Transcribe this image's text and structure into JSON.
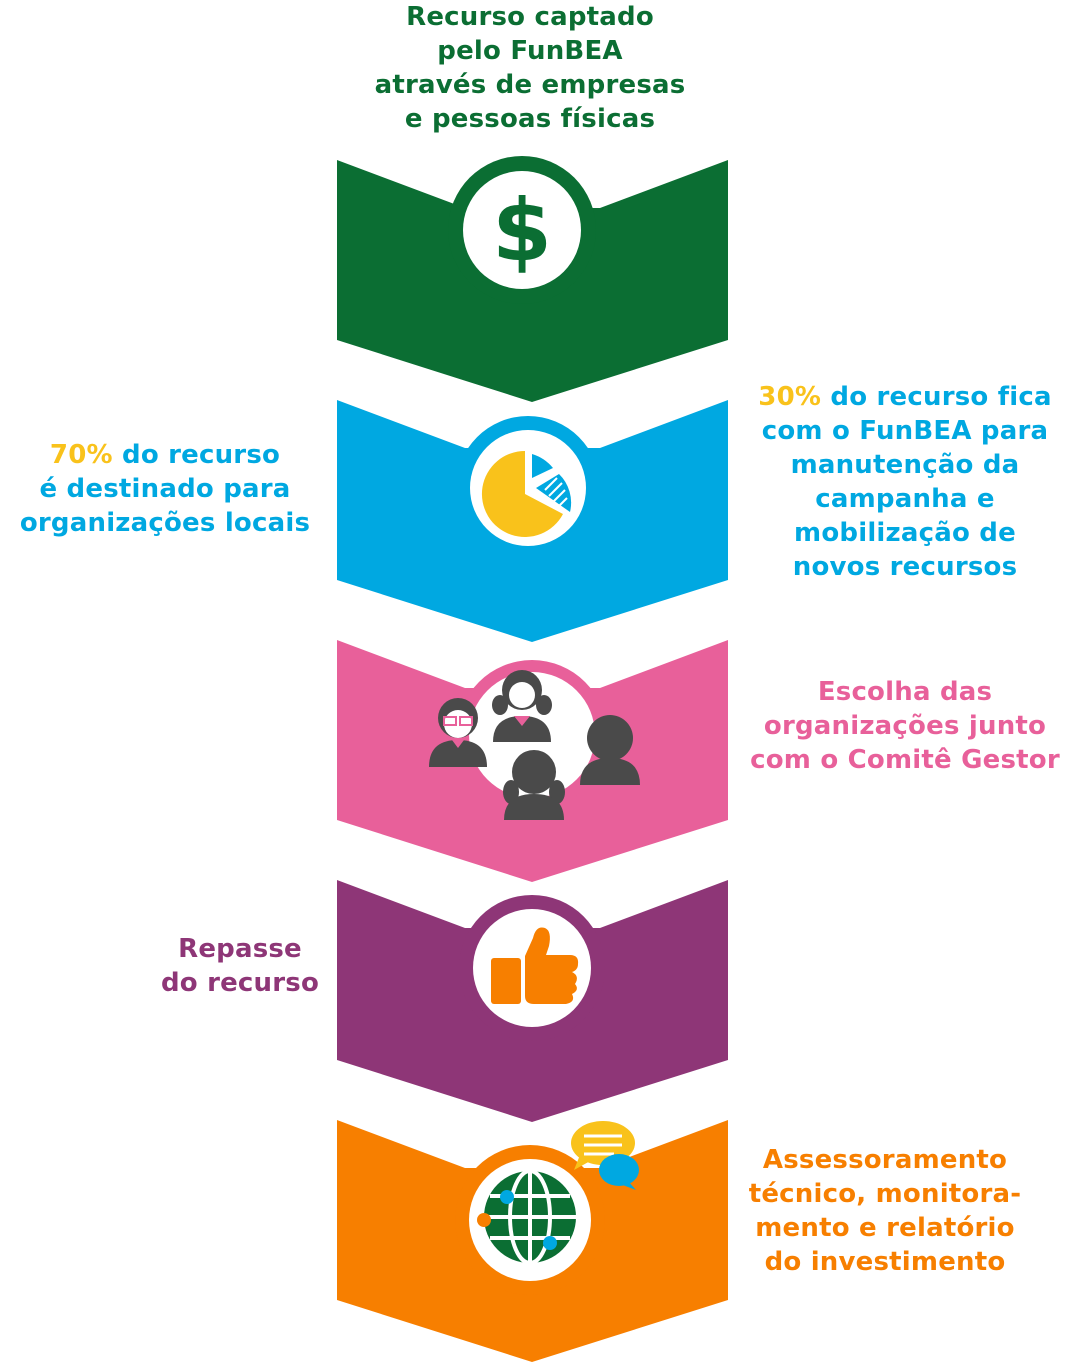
{
  "colors": {
    "green": "#0b6e33",
    "blue": "#00a8e1",
    "pink": "#e8609a",
    "purple": "#8e3677",
    "orange": "#f77f00",
    "yellow": "#f9c21b",
    "gray": "#4a4a4a"
  },
  "steps": [
    {
      "color": "green",
      "icon": "dollar-icon",
      "lines": [
        [
          "Recurso captado"
        ],
        [
          "pelo FunBEA"
        ],
        [
          "através de ",
          "empresas"
        ],
        [
          "e pessoas físicas"
        ]
      ]
    },
    {
      "color": "blue",
      "icon": "pie-chart-icon",
      "left": {
        "lines": [
          [
            "70%",
            " do recurso"
          ],
          [
            "é destinado para"
          ],
          [
            "organizações locais"
          ]
        ]
      },
      "right": {
        "lines": [
          [
            "30%",
            " do recurso fica"
          ],
          [
            "com o FunBEA para"
          ],
          [
            "manutenção da"
          ],
          [
            "campanha e"
          ],
          [
            "mobilização de"
          ],
          [
            "novos recursos"
          ]
        ]
      }
    },
    {
      "color": "pink",
      "icon": "people-group-icon",
      "lines": [
        [
          "Escolha das"
        ],
        [
          "organizações junto"
        ],
        [
          "com o ",
          "Comitê Gestor"
        ]
      ]
    },
    {
      "color": "purple",
      "icon": "thumbs-up-icon",
      "lines": [
        [
          "Repasse"
        ],
        [
          "do recurso"
        ]
      ]
    },
    {
      "color": "orange",
      "icon": "globe-chat-icon",
      "lines": [
        [
          "Assessoramento"
        ],
        [
          "técnico, ",
          "monitora-"
        ],
        [
          "mento e ",
          "relatório"
        ],
        [
          "do investimento"
        ]
      ]
    }
  ]
}
